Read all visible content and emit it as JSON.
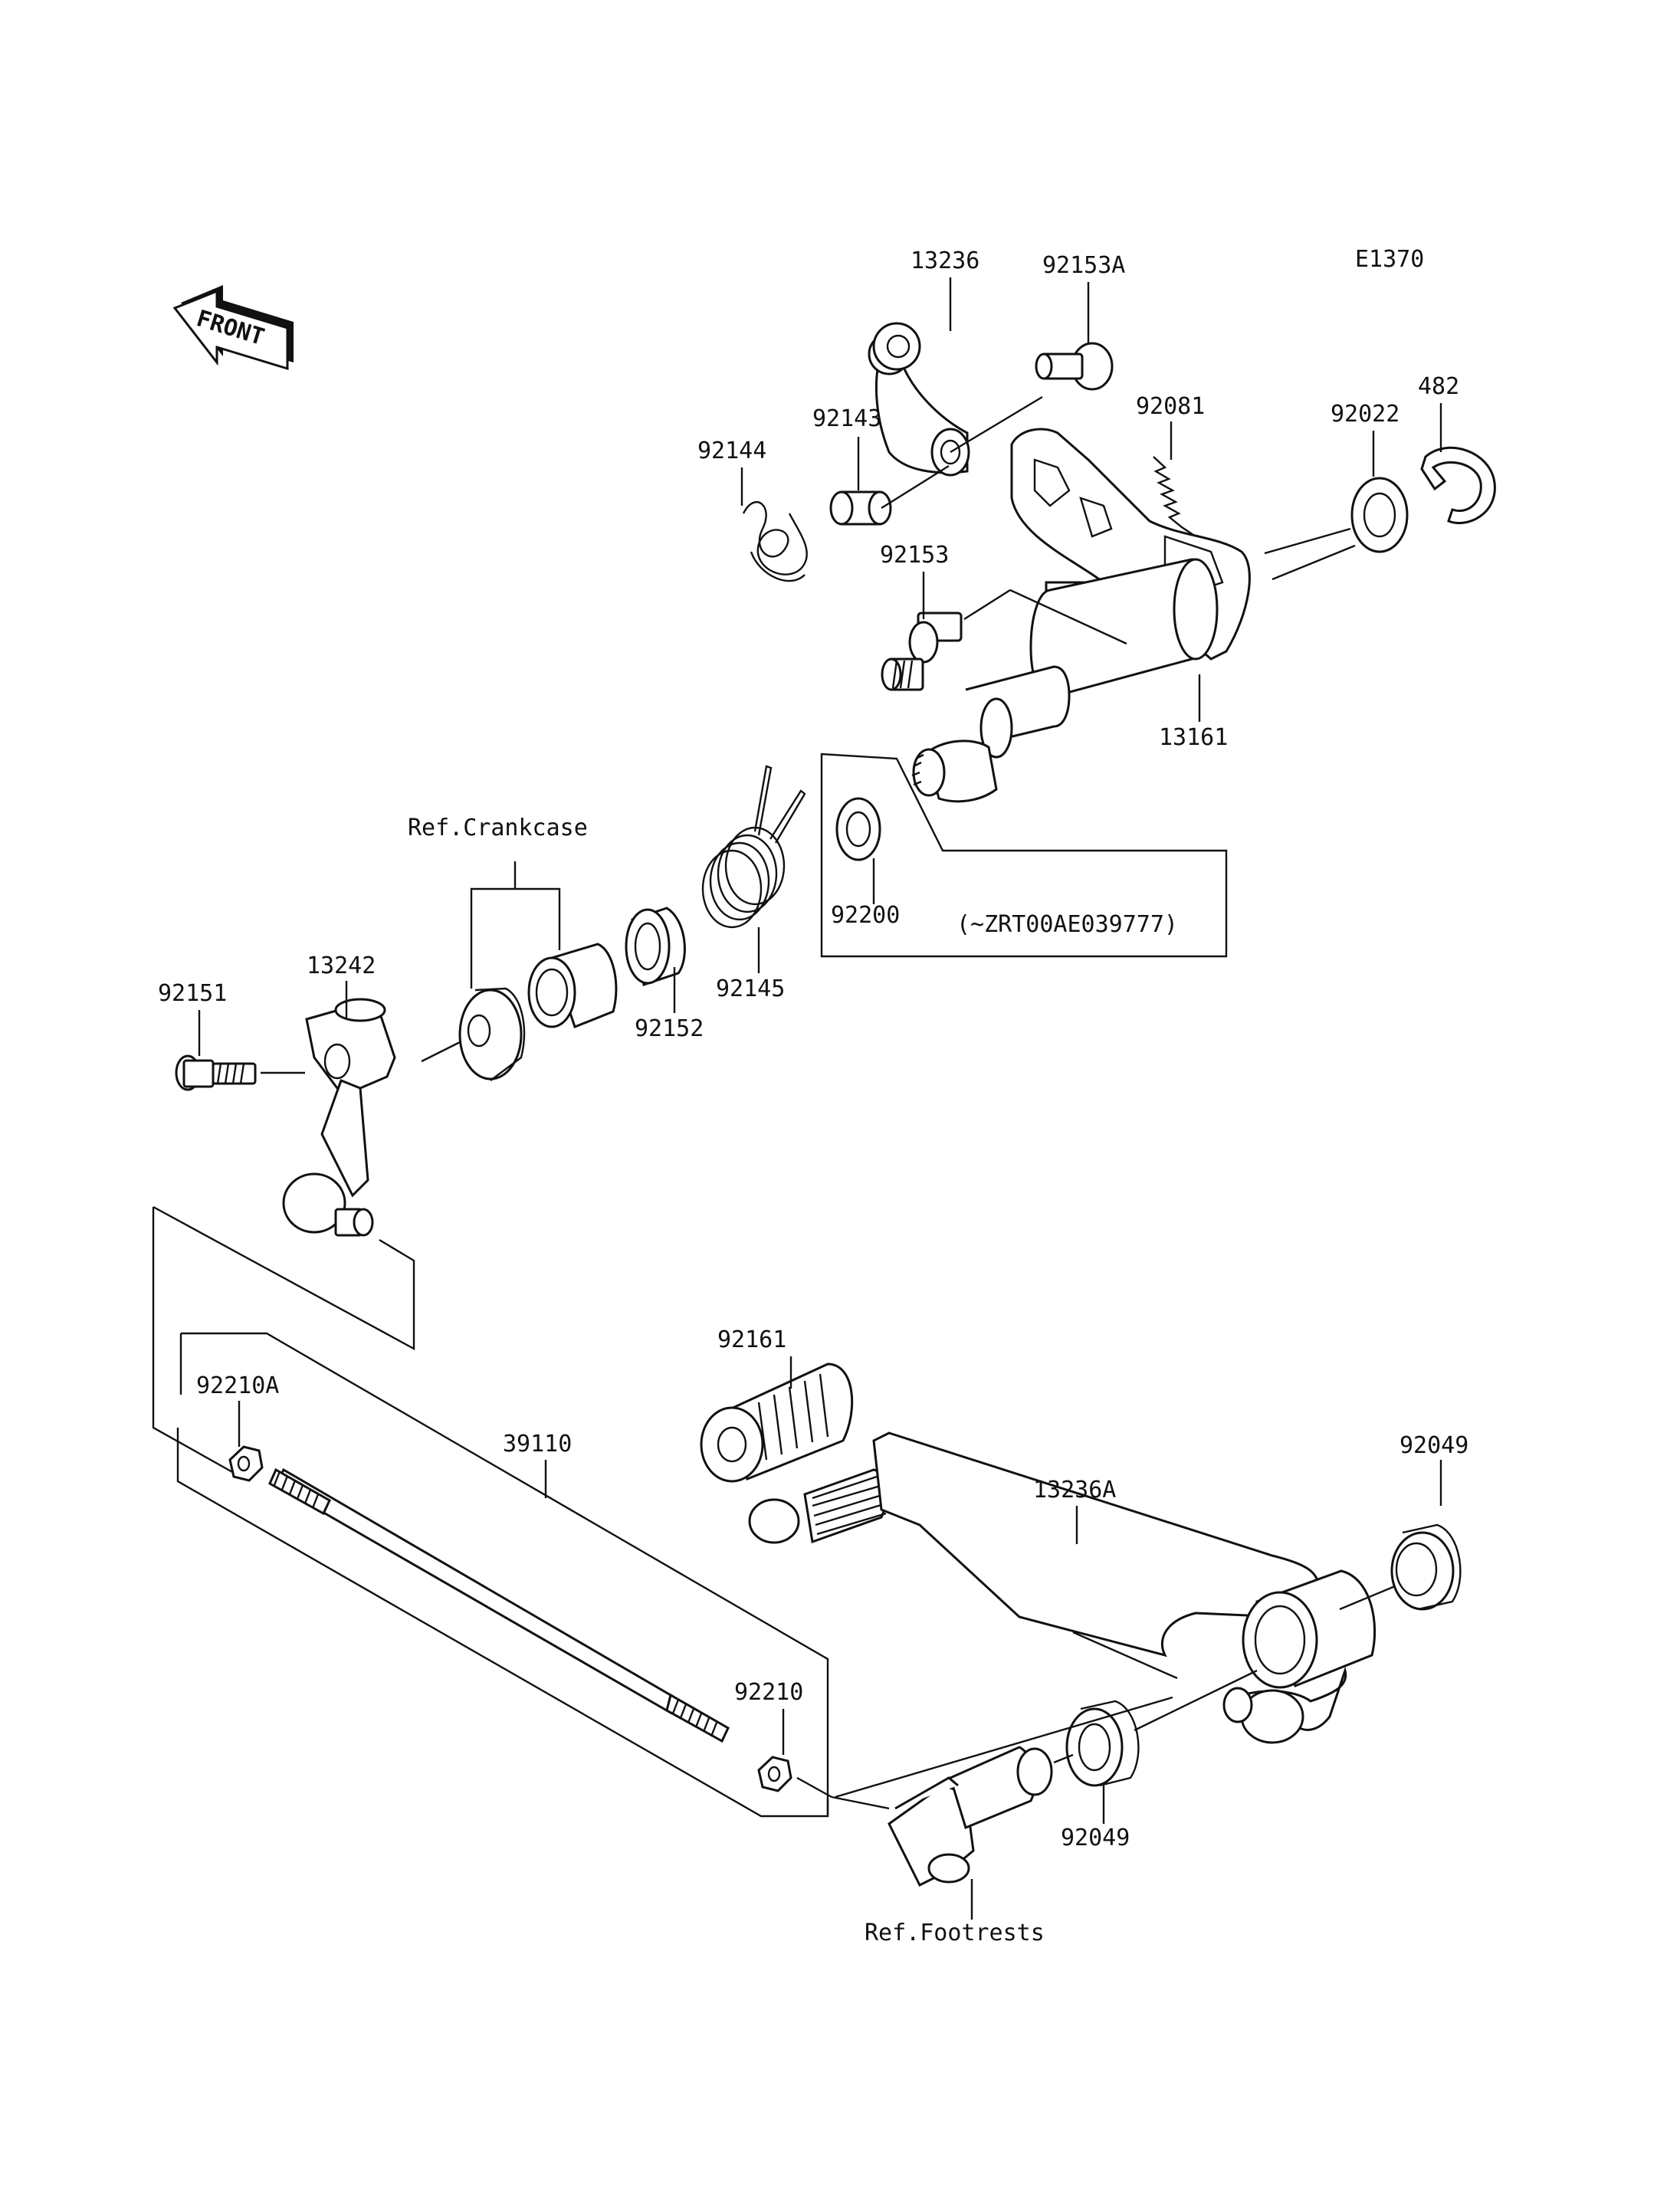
{
  "diagram": {
    "code": "E1370",
    "front_label": "FRONT",
    "labels": {
      "p13236": "13236",
      "p92153A": "92153A",
      "p92143": "92143",
      "p92144": "92144",
      "p92081": "92081",
      "p92022": "92022",
      "p482": "482",
      "p92153": "92153",
      "p13161": "13161",
      "p92200": "92200",
      "note_serial": "(~ZRT00AE039777)",
      "ref_crankcase": "Ref.Crankcase",
      "p92145": "92145",
      "p92152": "92152",
      "p92151": "92151",
      "p13242": "13242",
      "p92161": "92161",
      "p92210A": "92210A",
      "p39110": "39110",
      "p13236A": "13236A",
      "p92049a": "92049",
      "p92210": "92210",
      "p92049b": "92049",
      "ref_footrests": "Ref.Footrests"
    }
  }
}
